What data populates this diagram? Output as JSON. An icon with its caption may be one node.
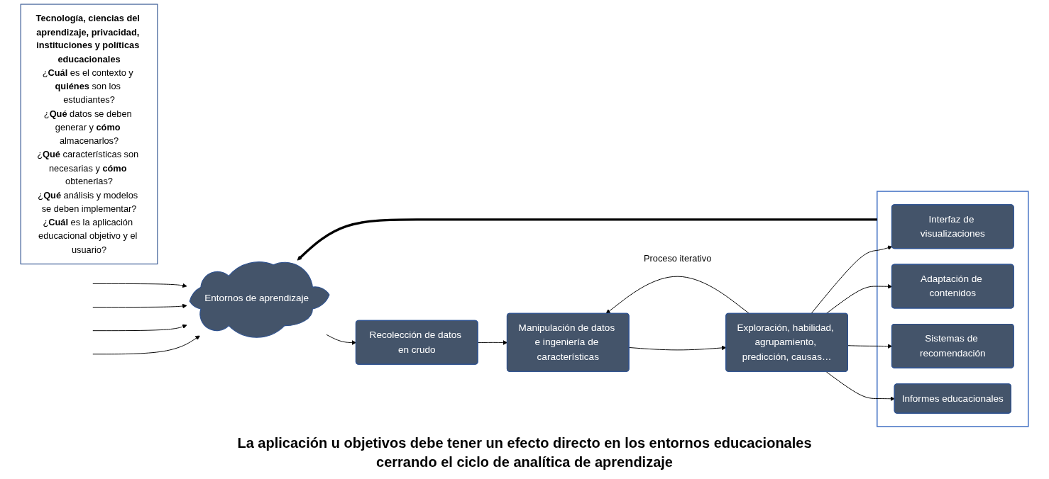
{
  "diagram": {
    "nodes": [
      {
        "text": [
          "Tecnología, ciencias del aprendizaje, privacidad, instituciones y políticas educacionales",
          "¿**Cuál** es el contexto y **quiénes** son los estudiantes?",
          "¿**Qué** datos se deben generar y **cómo** almacenarlos?",
          "¿**Qué** características son necesarias y **cómo** obtenerlas?",
          "¿**Qué** análisis y modelos se deben implementar?",
          "¿**Cuál** es la aplicación educacional objetivo y el usuario?"
        ]
      },
      {
        "text": [
          "Entornos de aprendizaje"
        ]
      },
      {
        "text": [
          "Recolección de datos en crudo"
        ]
      },
      {
        "text": [
          "Manipulación de datos e ingeniería de características"
        ]
      },
      {
        "text": [
          "Exploración, habilidad, agrupamiento, predicción, causas…"
        ]
      },
      {
        "text": [],
        "shape": "box"
      },
      {
        "text": [
          "Interfaz de visualizaciones"
        ],
        "in": 5
      },
      {
        "text": [
          "Adaptación de contenidos"
        ],
        "in": 5
      },
      {
        "text": [
          "Sistemas de recomendación"
        ],
        "in": 5
      },
      {
        "text": [
          "Informes educacionales"
        ],
        "in": 5
      }
    ],
    "edges": [
      {
        "from": null,
        "to": 1,
        "arrow": "to"
      },
      {
        "from": null,
        "to": 1,
        "arrow": "to"
      },
      {
        "from": null,
        "to": 1,
        "arrow": "to"
      },
      {
        "from": null,
        "to": 1,
        "arrow": "to"
      },
      {
        "from": 1,
        "to": 2,
        "arrow": "to"
      },
      {
        "from": 2,
        "to": 3,
        "arrow": "to"
      },
      {
        "from": 3,
        "to": 4,
        "arrow": "to"
      },
      {
        "from": 4,
        "to": 6,
        "arrow": "to"
      },
      {
        "from": 4,
        "to": 7,
        "arrow": "to"
      },
      {
        "from": 4,
        "to": 8,
        "arrow": "to"
      },
      {
        "from": 4,
        "to": 9,
        "arrow": "to"
      },
      {
        "from": 4,
        "to": 3,
        "arrow": "to",
        "label": "Proceso iterativo"
      },
      {
        "from": 5,
        "to": 1,
        "arrow": "to",
        "style": "thick"
      }
    ],
    "caption": "La aplicación u objetivos debe tener un efecto directo en los entornos educacionales cerrando el ciclo de analítica de aprendizaje"
  }
}
